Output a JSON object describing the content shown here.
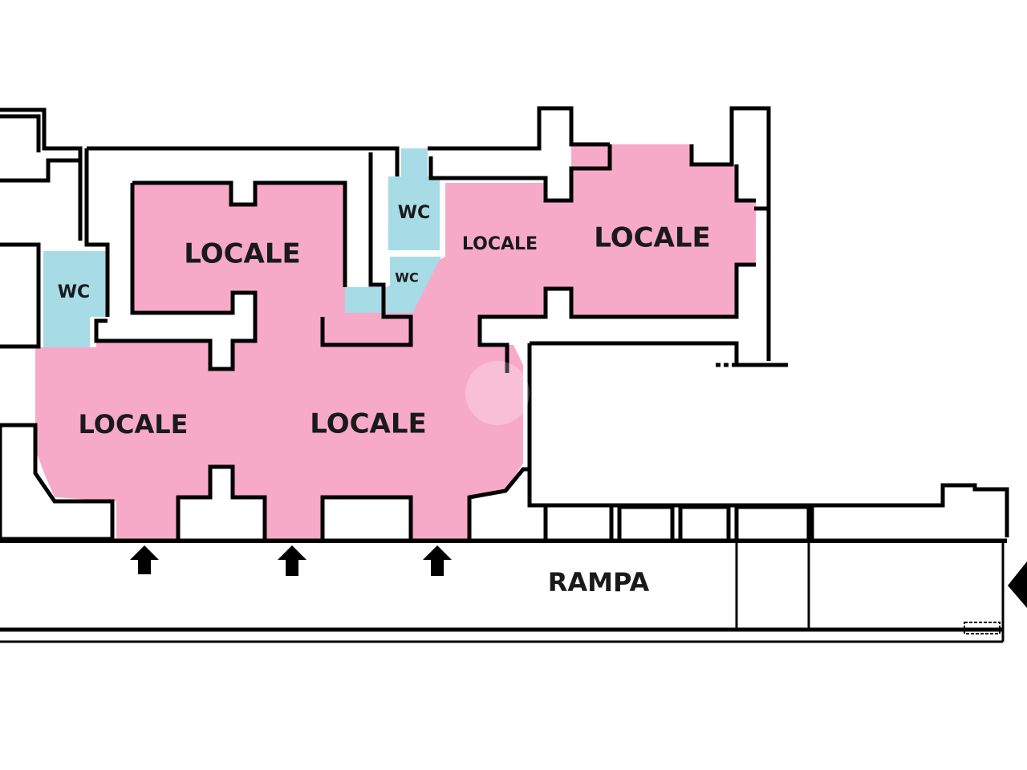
{
  "colors": {
    "locale_fill": "#f7aac8",
    "wc_fill": "#a7dbe6",
    "wall": "#000000",
    "background": "#ffffff"
  },
  "labels": {
    "locale_top_left": "LOCALE",
    "locale_top_right_small": "LOCALE",
    "locale_top_right_large": "LOCALE",
    "locale_bottom_left": "LOCALE",
    "locale_bottom_center": "LOCALE",
    "wc_left": "WC",
    "wc_top": "WC",
    "wc_small": "WC",
    "rampa": "RAMPA"
  },
  "icons": {
    "entrance_arrows": [
      "arrow-up-icon",
      "arrow-up-icon",
      "arrow-up-icon"
    ],
    "right_edge_marker": "arrow-left-icon"
  }
}
